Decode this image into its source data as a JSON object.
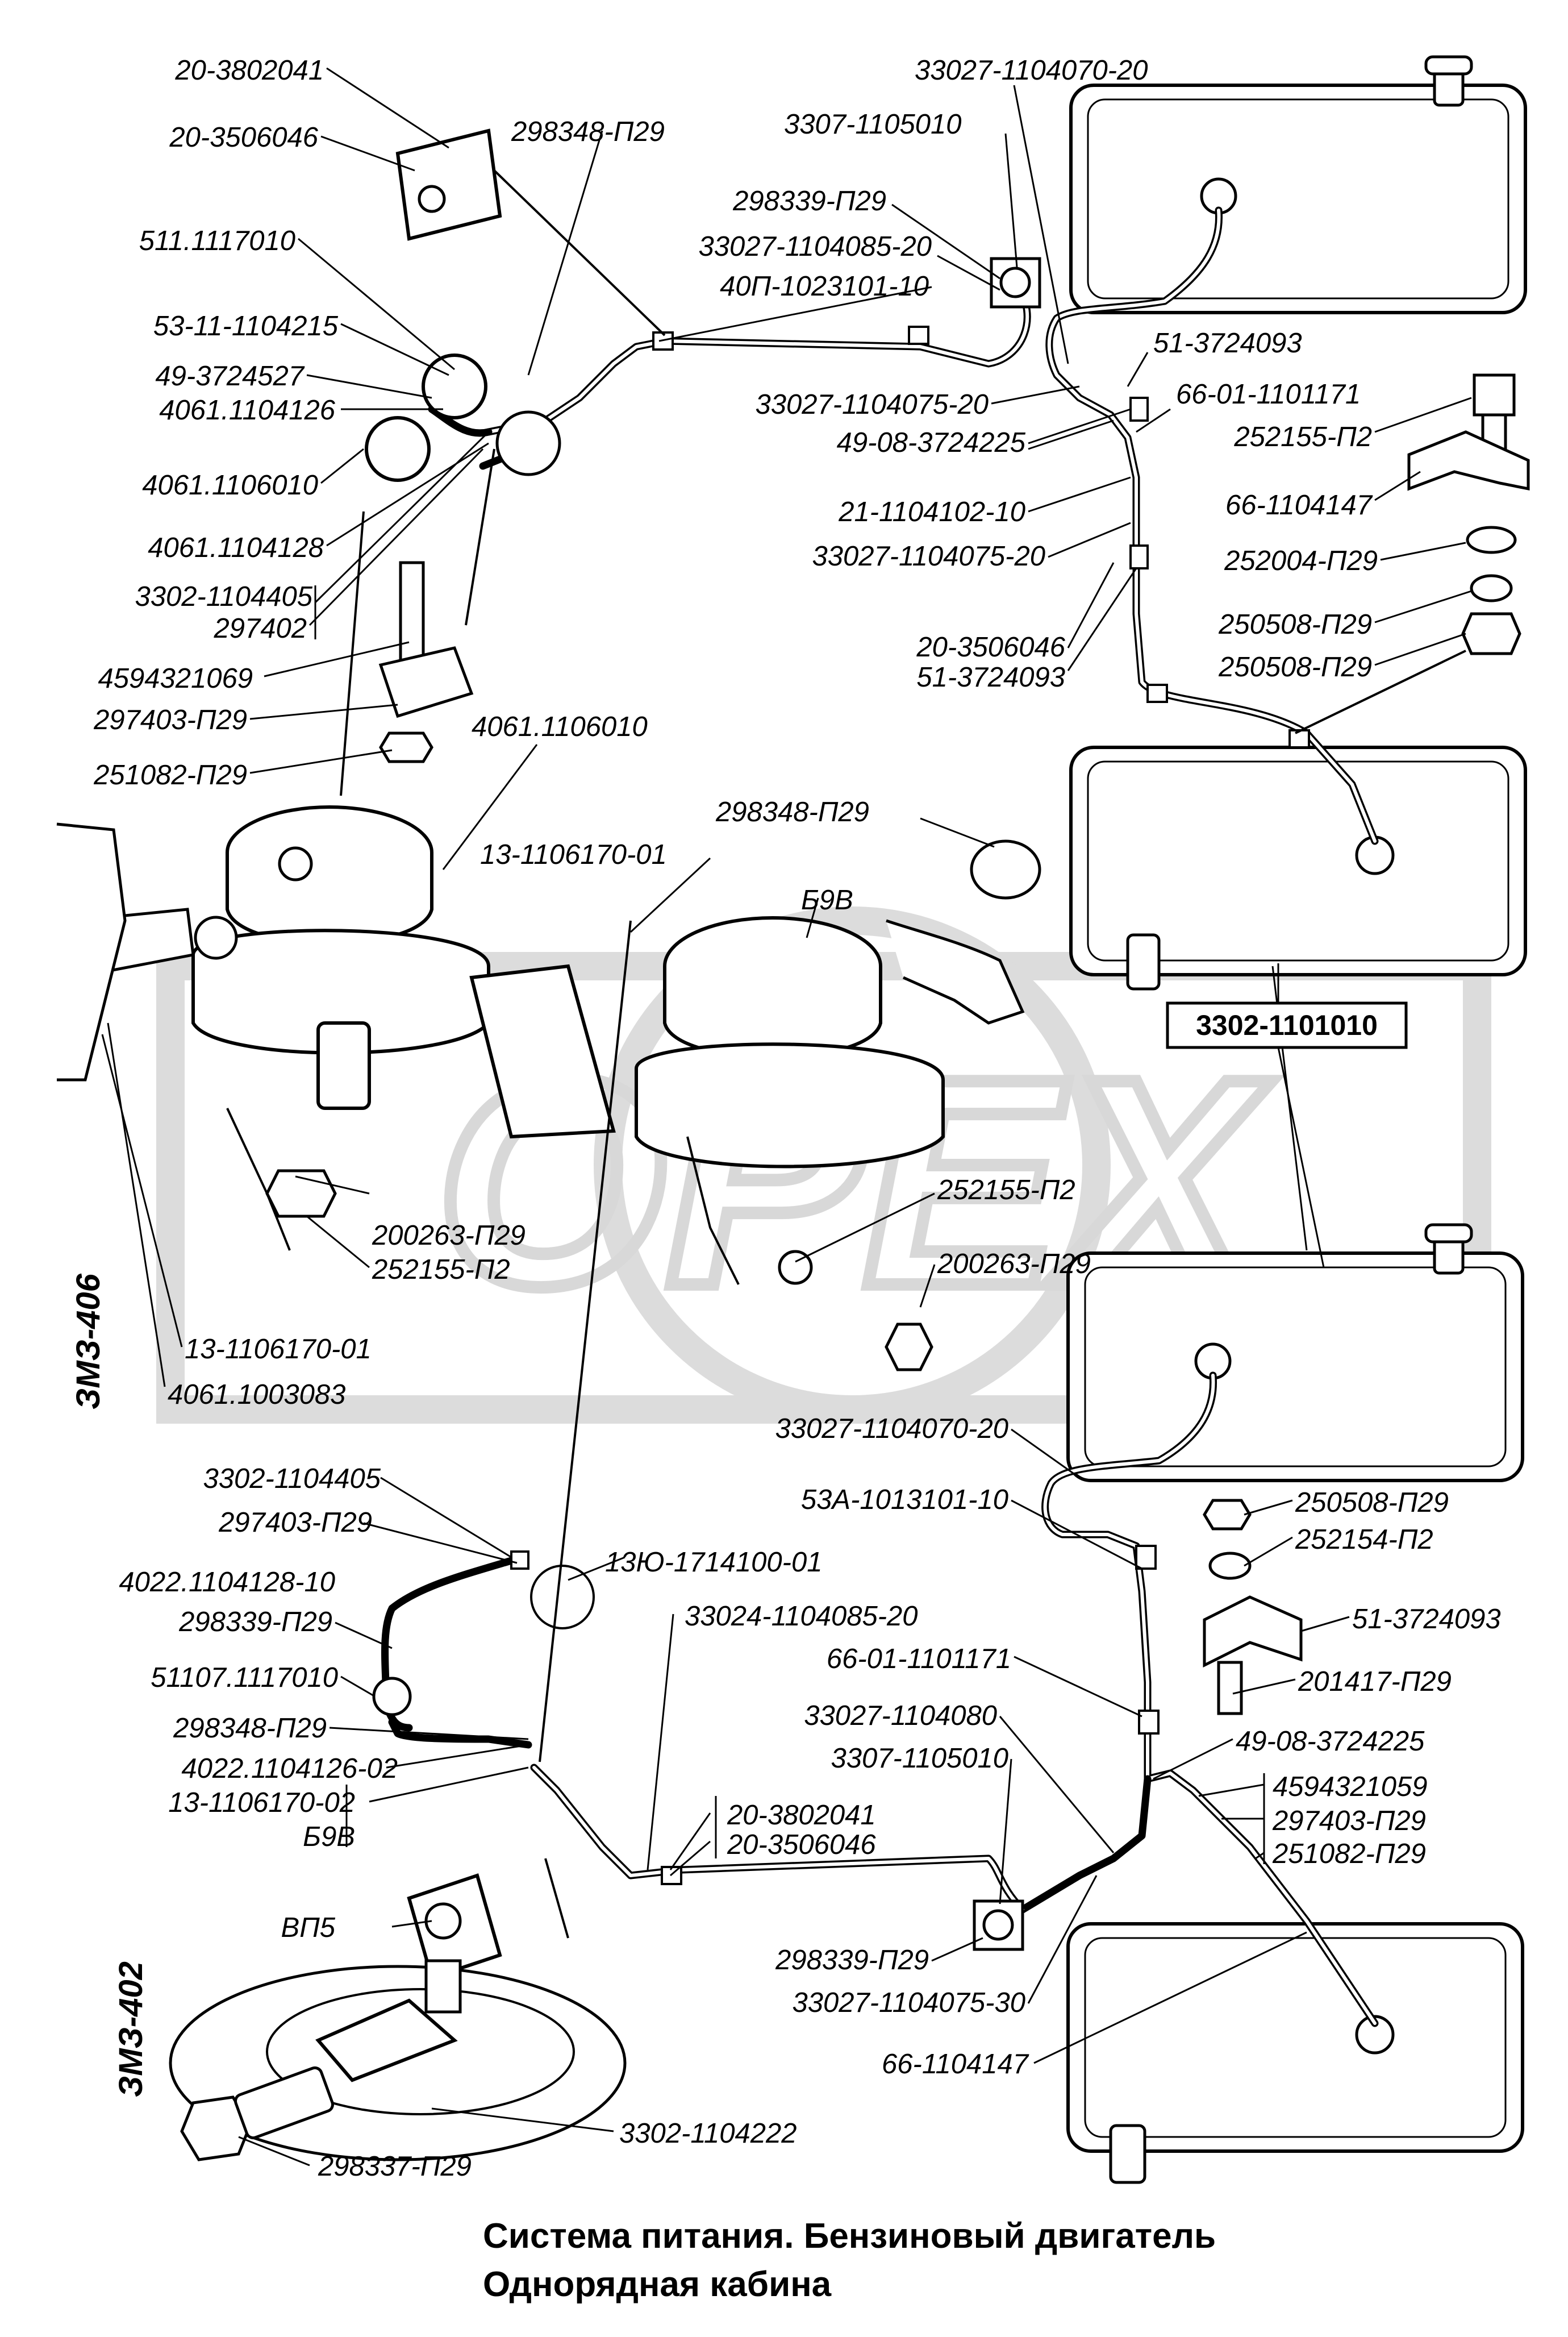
{
  "caption": {
    "line1": "Система питания. Бензиновый двигатель",
    "line2": "Однорядная кабина"
  },
  "engine_labels": {
    "upper": "ЗМЗ-406",
    "lower": "ЗМЗ-402"
  },
  "watermark": "OPEX",
  "assembly_label": "3302-1101010",
  "colors": {
    "ink": "#000000",
    "paper": "#ffffff",
    "watermark": "#dcdcdc"
  },
  "labels": [
    {
      "id": "l01",
      "text": "20-3802041"
    },
    {
      "id": "l02",
      "text": "20-3506046"
    },
    {
      "id": "l03",
      "text": "298348-П29"
    },
    {
      "id": "l04",
      "text": "511.1117010"
    },
    {
      "id": "l05",
      "text": "53-11-1104215"
    },
    {
      "id": "l06",
      "text": "49-3724527"
    },
    {
      "id": "l07",
      "text": "4061.1104126"
    },
    {
      "id": "l08",
      "text": "4061.1106010"
    },
    {
      "id": "l09",
      "text": "4061.1104128"
    },
    {
      "id": "l10",
      "text": "3302-1104405"
    },
    {
      "id": "l11",
      "text": "297402"
    },
    {
      "id": "l12",
      "text": "4594321069"
    },
    {
      "id": "l13",
      "text": "297403-П29"
    },
    {
      "id": "l14",
      "text": "251082-П29"
    },
    {
      "id": "l15",
      "text": "4061.1106010"
    },
    {
      "id": "l16",
      "text": "13-1106170-01"
    },
    {
      "id": "l17",
      "text": "298348-П29"
    },
    {
      "id": "l18",
      "text": "Б9В"
    },
    {
      "id": "l19",
      "text": "33027-1104070-20"
    },
    {
      "id": "l20",
      "text": "3307-1105010"
    },
    {
      "id": "l21",
      "text": "298339-П29"
    },
    {
      "id": "l22",
      "text": "33027-1104085-20"
    },
    {
      "id": "l23",
      "text": "40П-1023101-10"
    },
    {
      "id": "l24",
      "text": "51-3724093"
    },
    {
      "id": "l25",
      "text": "66-01-1101171"
    },
    {
      "id": "l26",
      "text": "33027-1104075-20"
    },
    {
      "id": "l27",
      "text": "252155-П2"
    },
    {
      "id": "l28",
      "text": "49-08-3724225"
    },
    {
      "id": "l29",
      "text": "66-1104147"
    },
    {
      "id": "l30",
      "text": "21-1104102-10"
    },
    {
      "id": "l31",
      "text": "33027-1104075-20"
    },
    {
      "id": "l32",
      "text": "252004-П29"
    },
    {
      "id": "l33",
      "text": "250508-П29"
    },
    {
      "id": "l34",
      "text": "20-3506046"
    },
    {
      "id": "l35",
      "text": "250508-П29"
    },
    {
      "id": "l36",
      "text": "51-3724093"
    },
    {
      "id": "l37",
      "text": "252155-П2"
    },
    {
      "id": "l38",
      "text": "200263-П29"
    },
    {
      "id": "l39",
      "text": "252155-П2"
    },
    {
      "id": "l40",
      "text": "200263-П29"
    },
    {
      "id": "l41",
      "text": "13-1106170-01"
    },
    {
      "id": "l42",
      "text": "4061.1003083"
    },
    {
      "id": "l43",
      "text": "33027-1104070-20"
    },
    {
      "id": "l44",
      "text": "3302-1104405"
    },
    {
      "id": "l45",
      "text": "297403-П29"
    },
    {
      "id": "l46",
      "text": "250508-П29"
    },
    {
      "id": "l47",
      "text": "53А-1013101-10"
    },
    {
      "id": "l48",
      "text": "252154-П2"
    },
    {
      "id": "l49",
      "text": "4022.1104128-10"
    },
    {
      "id": "l50",
      "text": "13Ю-1714100-01"
    },
    {
      "id": "l51",
      "text": "51-3724093"
    },
    {
      "id": "l52",
      "text": "298339-П29"
    },
    {
      "id": "l53",
      "text": "33024-1104085-20"
    },
    {
      "id": "l54",
      "text": "51107.1117010"
    },
    {
      "id": "l55",
      "text": "66-01-1101171"
    },
    {
      "id": "l56",
      "text": "201417-П29"
    },
    {
      "id": "l57",
      "text": "298348-П29"
    },
    {
      "id": "l58",
      "text": "33027-1104080"
    },
    {
      "id": "l59",
      "text": "49-08-3724225"
    },
    {
      "id": "l60",
      "text": "4022.1104126-02"
    },
    {
      "id": "l61",
      "text": "3307-1105010"
    },
    {
      "id": "l62",
      "text": "4594321059"
    },
    {
      "id": "l63",
      "text": "13-1106170-02"
    },
    {
      "id": "l64",
      "text": "297403-П29"
    },
    {
      "id": "l65",
      "text": "Б9В"
    },
    {
      "id": "l66",
      "text": "20-3802041"
    },
    {
      "id": "l67",
      "text": "251082-П29"
    },
    {
      "id": "l68",
      "text": "20-3506046"
    },
    {
      "id": "l69",
      "text": "ВП5"
    },
    {
      "id": "l70",
      "text": "298339-П29"
    },
    {
      "id": "l71",
      "text": "33027-1104075-30"
    },
    {
      "id": "l72",
      "text": "66-1104147"
    },
    {
      "id": "l73",
      "text": "3302-1104222"
    },
    {
      "id": "l74",
      "text": "298337-П29"
    }
  ]
}
